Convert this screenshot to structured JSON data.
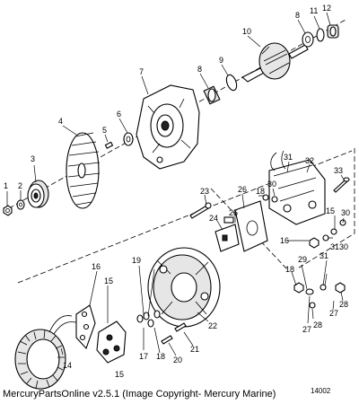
{
  "caption": "MercuryPartsOnline v2.5.1 (Image Copyright- Mercury Marine)",
  "drawing_number": "14002",
  "callouts": {
    "c1": "1",
    "c2": "2",
    "c3": "3",
    "c4": "4",
    "c5": "5",
    "c6": "6",
    "c7": "7",
    "c8a": "8",
    "c8b": "8",
    "c9": "9",
    "c10": "10",
    "c11": "11",
    "c12": "12",
    "c14": "14",
    "c15a": "15",
    "c15b": "15",
    "c16a": "16",
    "c16b": "16",
    "c17": "17",
    "c18a": "18",
    "c18b": "18",
    "c18c": "18",
    "c19": "19",
    "c20": "20",
    "c21": "21",
    "c22": "22",
    "c23": "23",
    "c24": "24",
    "c25": "25",
    "c26": "26",
    "c27a": "27",
    "c27b": "27",
    "c28a": "28",
    "c28b": "28",
    "c29": "29",
    "c30a": "30",
    "c30b": "30",
    "c30c": "30",
    "c31a": "31",
    "c31b": "31",
    "c31c": "31",
    "c32": "32",
    "c33": "33"
  }
}
